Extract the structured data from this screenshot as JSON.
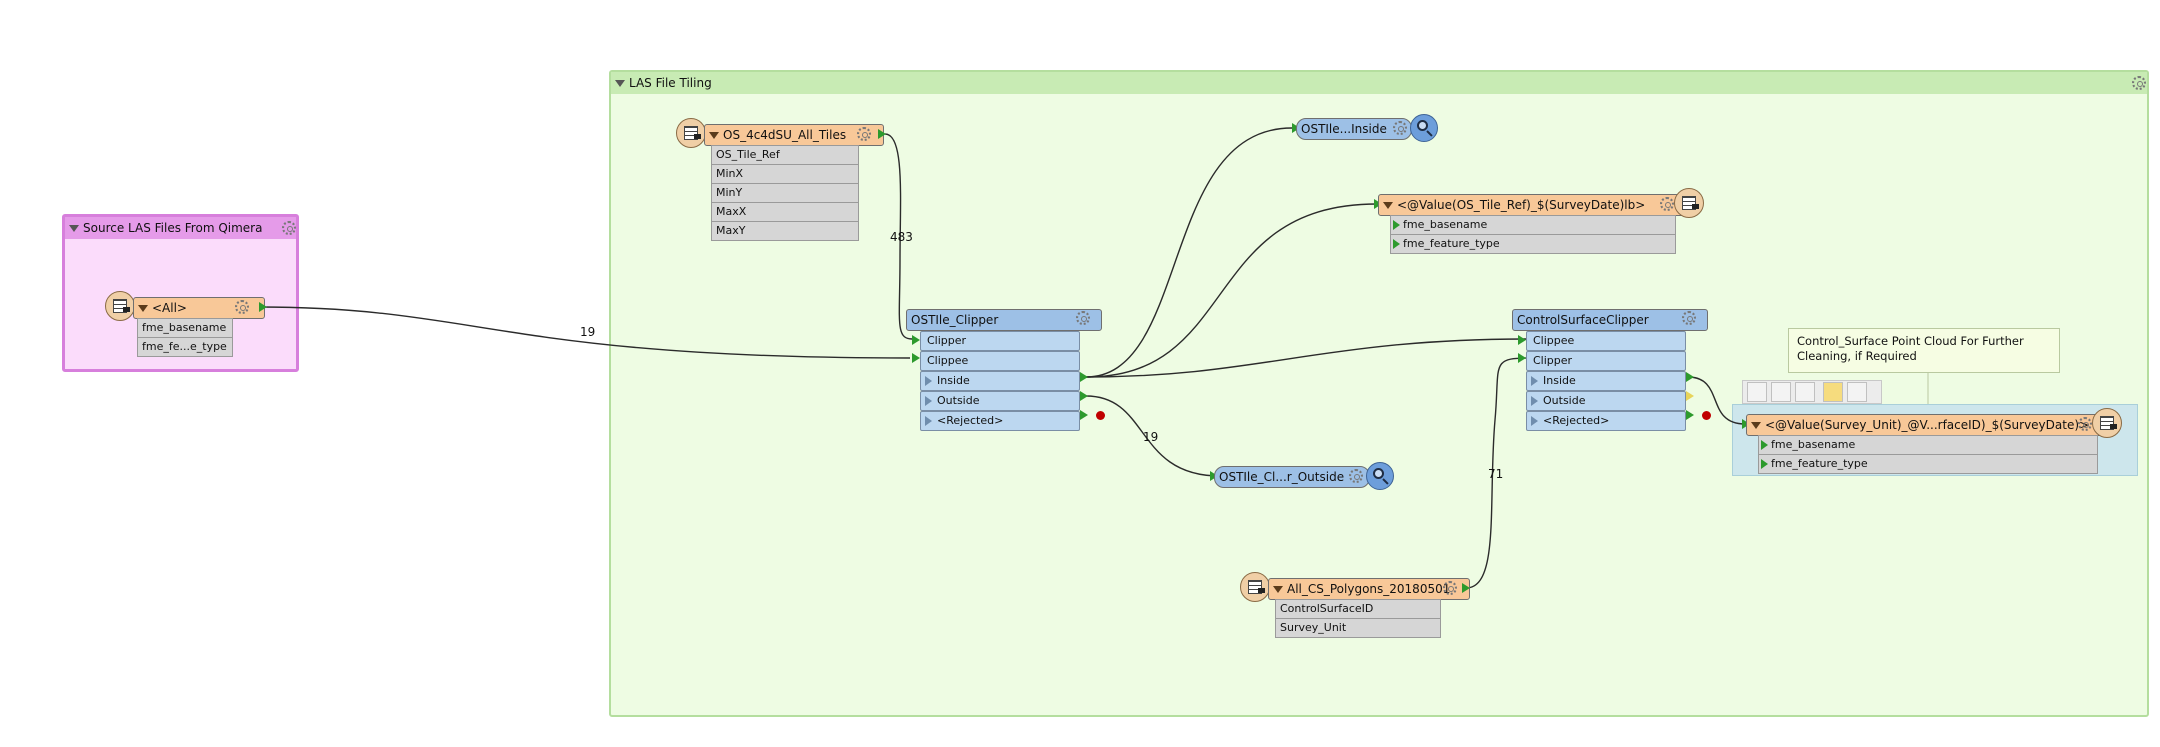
{
  "bookmarks": {
    "source": {
      "title": "Source LAS Files From Qimera"
    },
    "tiling": {
      "title": "LAS File Tiling"
    }
  },
  "readers": {
    "all": {
      "title": "<All>",
      "attrs": [
        "fme_basename",
        "fme_fe...e_type"
      ]
    },
    "tiles": {
      "title": "OS_4c4dSU_All_Tiles",
      "attrs": [
        "OS_Tile_Ref",
        "MinX",
        "MinY",
        "MaxX",
        "MaxY"
      ]
    },
    "polygons": {
      "title": "All_CS_Polygons_20180501",
      "attrs": [
        "ControlSurfaceID",
        "Survey_Unit"
      ]
    }
  },
  "transformers": {
    "ostile_clipper": {
      "title": "OSTIle_Clipper",
      "ports": [
        "Clipper",
        "Clippee",
        "Inside",
        "Outside",
        "<Rejected>"
      ]
    },
    "cs_clipper": {
      "title": "ControlSurfaceClipper",
      "ports": [
        "Clippee",
        "Clipper",
        "Inside",
        "Outside",
        "<Rejected>"
      ]
    }
  },
  "inspectors": {
    "inside": {
      "title": "OSTIle...Inside"
    },
    "outside": {
      "title": "OSTIle_Cl...r_Outside"
    }
  },
  "writers": {
    "tile_writer": {
      "title": "<@Value(OS_Tile_Ref)_$(SurveyDate)lb>",
      "attrs": [
        "fme_basename",
        "fme_feature_type"
      ]
    },
    "cs_writer": {
      "title": "<@Value(Survey_Unit)_@V...rfaceID)_$(SurveyDate)>",
      "attrs": [
        "fme_basename",
        "fme_feature_type"
      ]
    }
  },
  "annotation": {
    "text": "Control_Surface Point Cloud For Further Cleaning, if Required"
  },
  "counts": {
    "source_link": "19",
    "tiles_link": "483",
    "outside_link": "19",
    "polygons_link": "71"
  },
  "colors": {
    "source_bookmark": "#f7d6f7",
    "tiling_bookmark": "#eefbe3",
    "transformer": "#9dc0e6",
    "reader_writer": "#f8c898",
    "link": "#2d2d2d"
  }
}
